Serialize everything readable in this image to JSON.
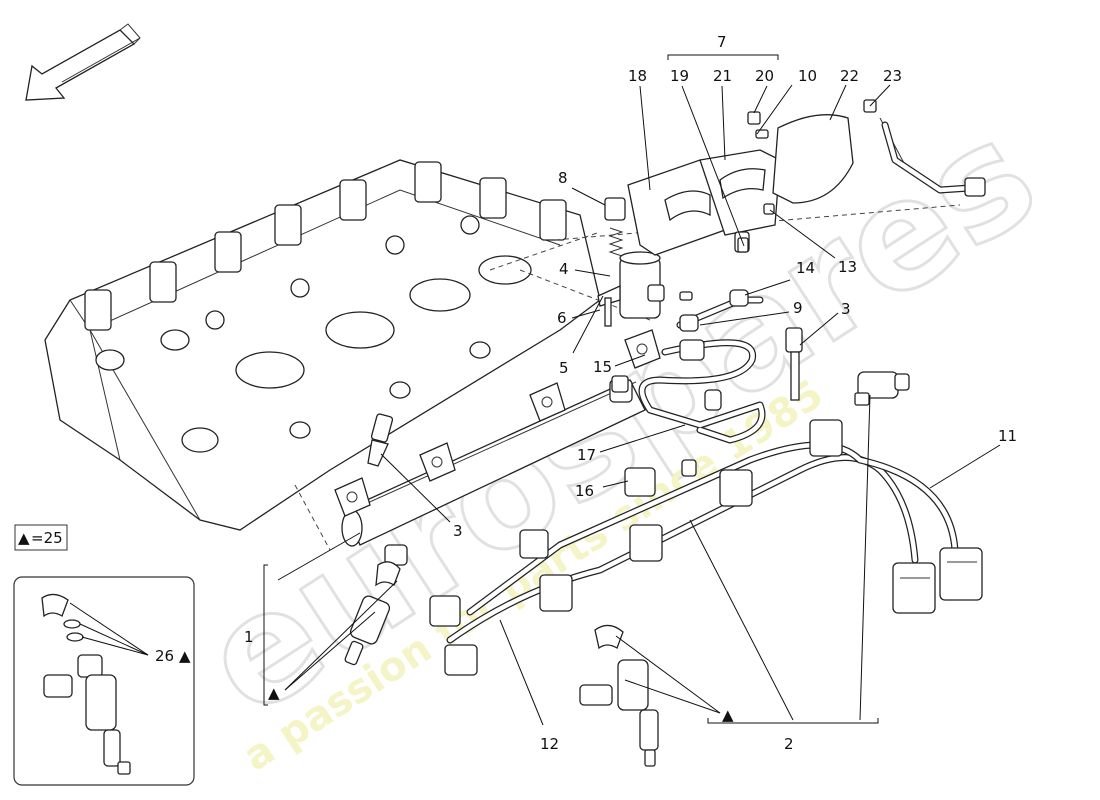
{
  "legend_key": {
    "symbol": "▲",
    "text": "=25"
  },
  "watermark": {
    "brand": "eurospares",
    "tagline": "a passion for parts since 1985"
  },
  "callouts": [
    {
      "id": "1",
      "text": "1"
    },
    {
      "id": "2",
      "text": "2"
    },
    {
      "id": "3a",
      "text": "3"
    },
    {
      "id": "3b",
      "text": "3"
    },
    {
      "id": "4",
      "text": "4"
    },
    {
      "id": "5",
      "text": "5"
    },
    {
      "id": "6",
      "text": "6"
    },
    {
      "id": "7",
      "text": "7"
    },
    {
      "id": "8",
      "text": "8"
    },
    {
      "id": "9",
      "text": "9"
    },
    {
      "id": "10",
      "text": "10"
    },
    {
      "id": "11",
      "text": "11"
    },
    {
      "id": "12",
      "text": "12"
    },
    {
      "id": "13",
      "text": "13"
    },
    {
      "id": "14",
      "text": "14"
    },
    {
      "id": "15",
      "text": "15"
    },
    {
      "id": "16",
      "text": "16"
    },
    {
      "id": "17",
      "text": "17"
    },
    {
      "id": "18",
      "text": "18"
    },
    {
      "id": "19",
      "text": "19"
    },
    {
      "id": "20",
      "text": "20"
    },
    {
      "id": "21",
      "text": "21"
    },
    {
      "id": "22",
      "text": "22"
    },
    {
      "id": "23",
      "text": "23"
    },
    {
      "id": "26",
      "text": "26"
    }
  ],
  "markers": {
    "triangle": "▲"
  },
  "icons": {
    "direction_arrow": "front-direction-arrow-icon",
    "triangle": "triangle-marker-icon"
  }
}
